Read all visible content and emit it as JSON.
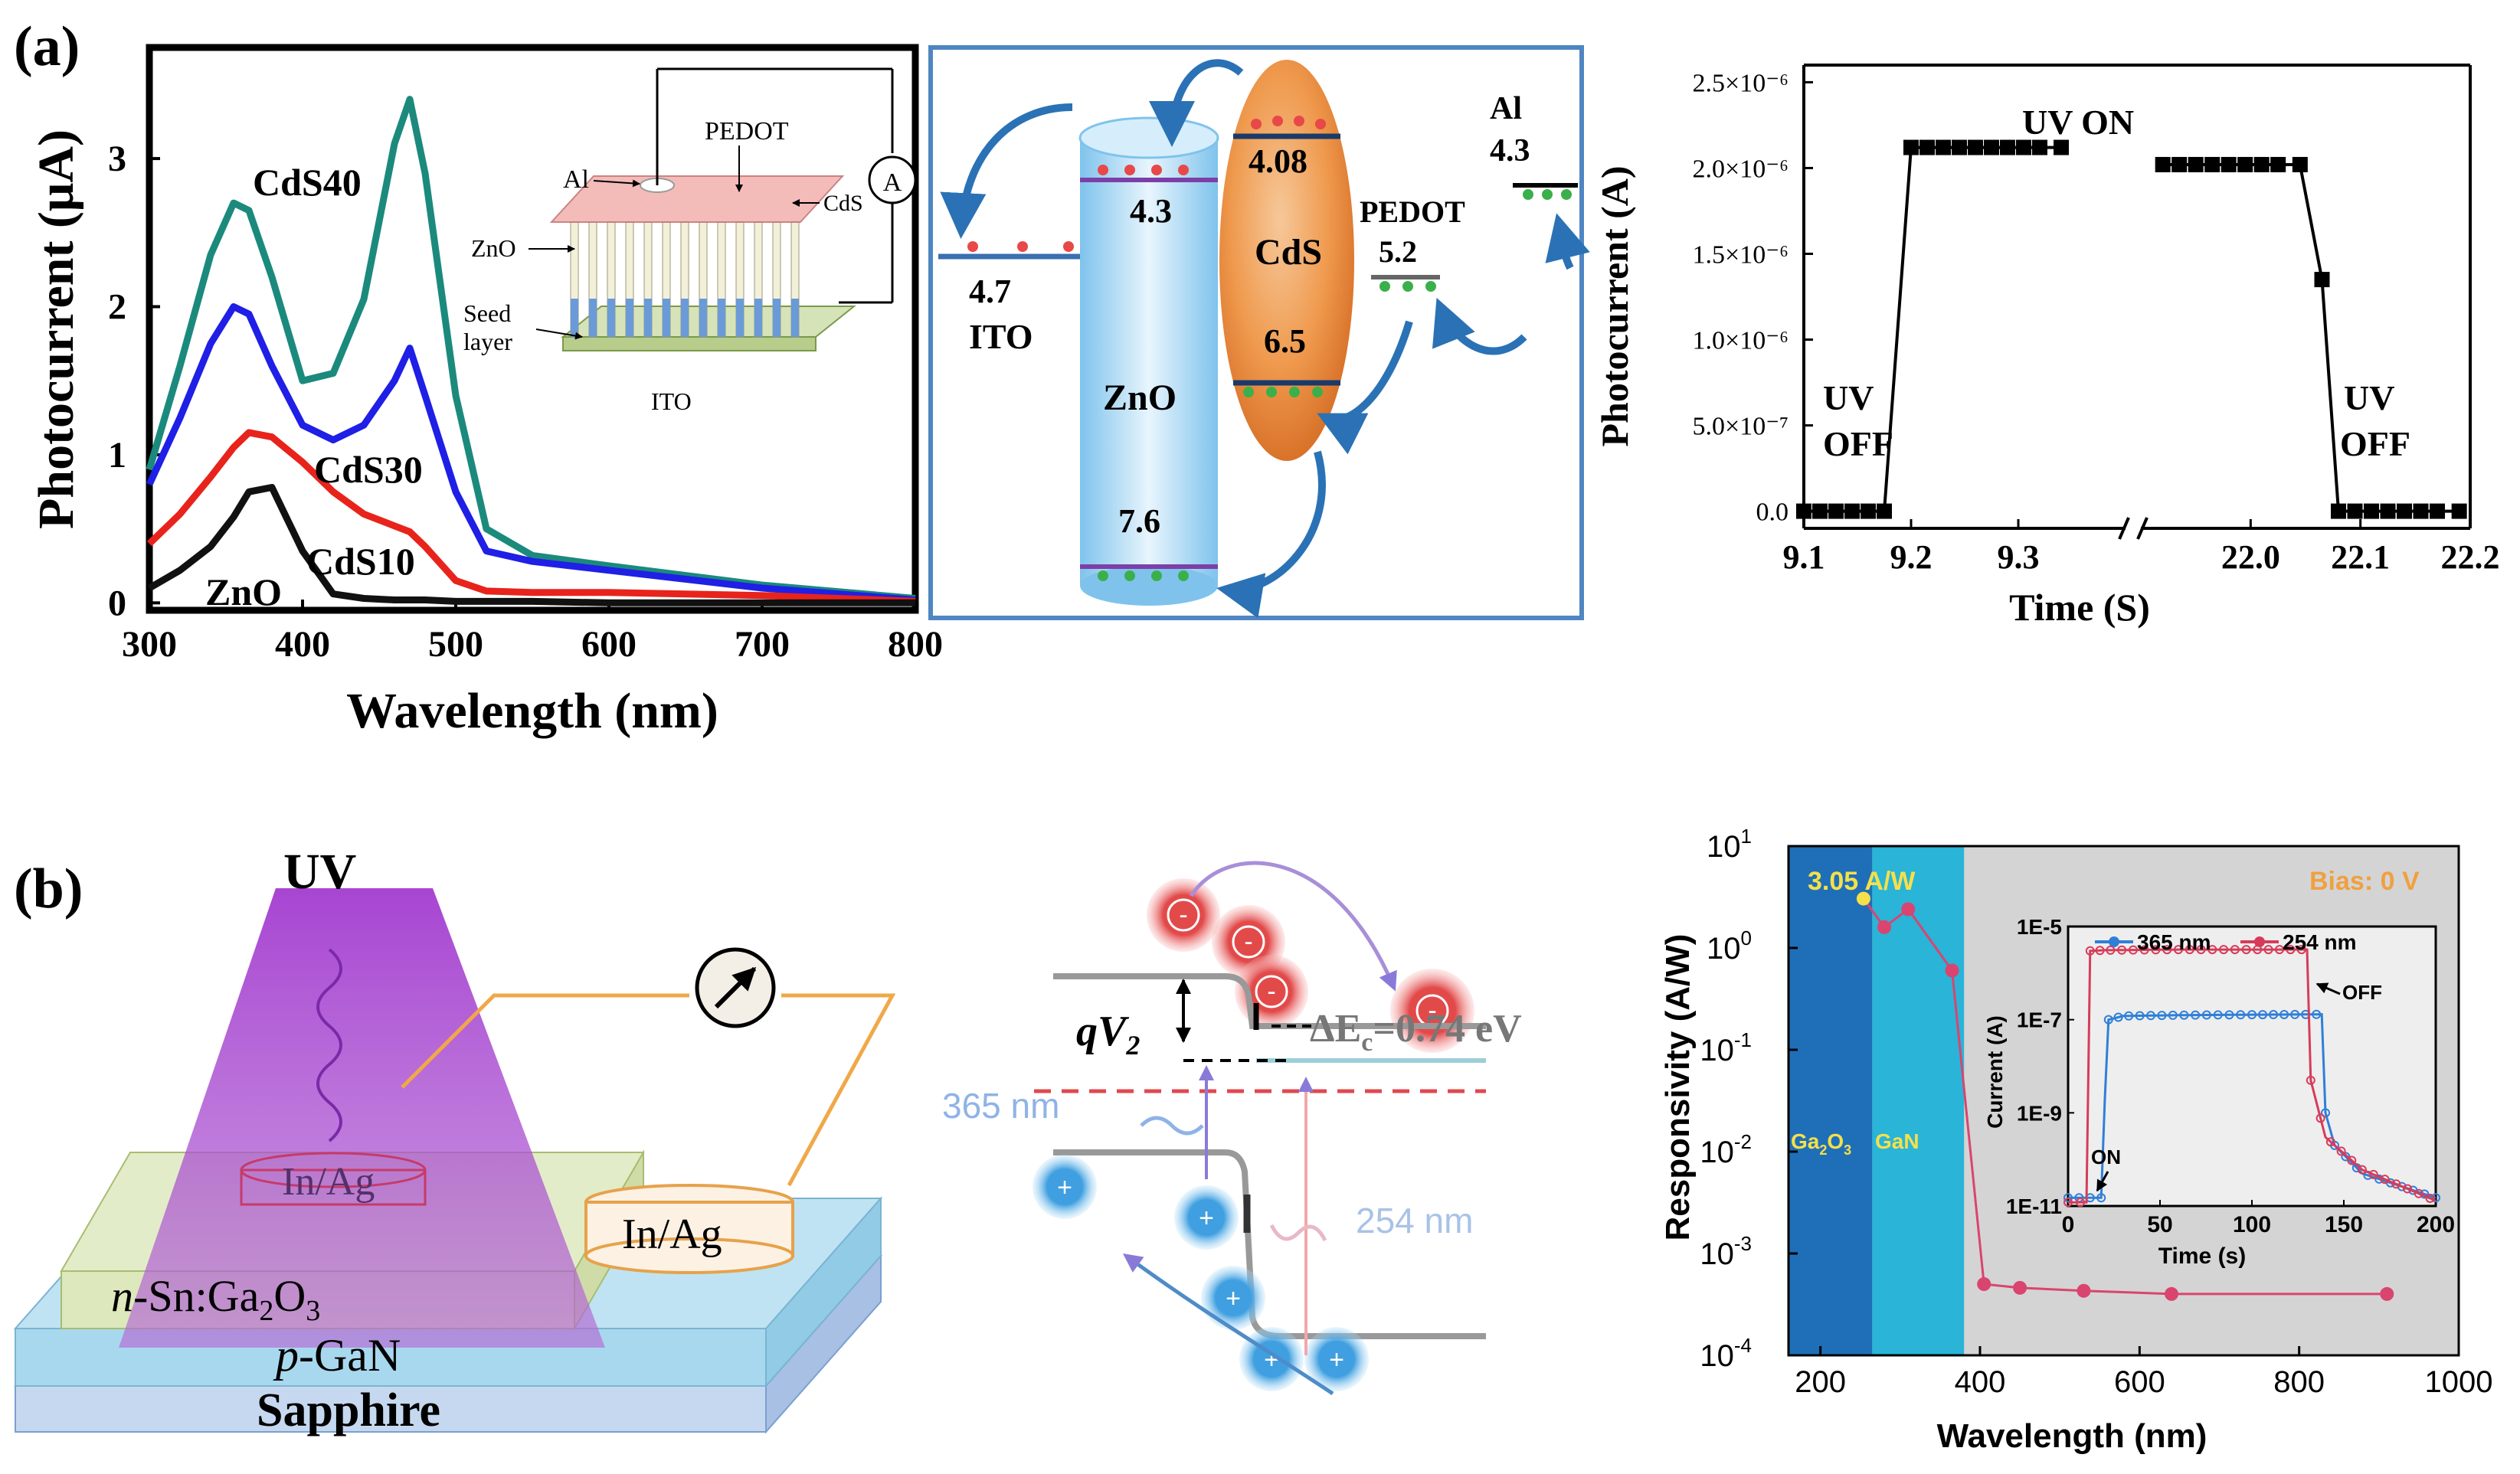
{
  "panel_labels": {
    "a": "(a)",
    "b": "(b)"
  },
  "colors": {
    "zno": "#111111",
    "cds10": "#e8231c",
    "cds30": "#1f1fe6",
    "cds40": "#1b8a7d",
    "step": "#000000",
    "resp": "#d9456e",
    "blue365": "#2f7fd8",
    "red254": "#d63c5a",
    "ga2o3_band": "#1f6fb8",
    "gan_band": "#29b4d8",
    "plot_bg": "#d4d4d4",
    "arrow_blue": "#2a72b5",
    "electron": "#e84848",
    "hole": "#3fa9e0",
    "diagram_frame": "#4f86c2",
    "wire": "#f0a848",
    "uv": "#a23bd0",
    "bias_text": "#f0a040",
    "resp_label_text": "#f5e04a"
  },
  "chart_data": [
    {
      "type": "line",
      "id": "a-left-photocurrent-spectrum",
      "xlabel": "Wavelength (nm)",
      "ylabel": "Photocurrent (μA)",
      "xlim": [
        300,
        800
      ],
      "ylim": [
        -0.05,
        3.75
      ],
      "xticks": [
        300,
        400,
        500,
        600,
        700,
        800
      ],
      "yticks": [
        0,
        1,
        2,
        3
      ],
      "x": [
        300,
        320,
        340,
        355,
        365,
        380,
        400,
        420,
        440,
        460,
        470,
        480,
        500,
        520,
        550,
        600,
        700,
        800
      ],
      "series": [
        {
          "name": "CdS40",
          "color_key": "cds40",
          "values": [
            0.9,
            1.6,
            2.35,
            2.7,
            2.65,
            2.2,
            1.5,
            1.55,
            2.05,
            3.1,
            3.4,
            2.9,
            1.4,
            0.5,
            0.32,
            0.25,
            0.12,
            0.03
          ]
        },
        {
          "name": "CdS30",
          "color_key": "cds30",
          "values": [
            0.8,
            1.25,
            1.75,
            2.0,
            1.95,
            1.6,
            1.2,
            1.1,
            1.2,
            1.5,
            1.72,
            1.4,
            0.75,
            0.35,
            0.28,
            0.22,
            0.1,
            0.02
          ]
        },
        {
          "name": "CdS10",
          "color_key": "cds10",
          "values": [
            0.4,
            0.6,
            0.85,
            1.05,
            1.15,
            1.12,
            0.95,
            0.75,
            0.6,
            0.52,
            0.48,
            0.38,
            0.15,
            0.08,
            0.07,
            0.07,
            0.05,
            0.01
          ]
        },
        {
          "name": "ZnO",
          "color_key": "zno",
          "values": [
            0.1,
            0.22,
            0.38,
            0.58,
            0.75,
            0.78,
            0.35,
            0.06,
            0.03,
            0.02,
            0.02,
            0.02,
            0.01,
            0.01,
            0.01,
            0.0,
            0.0,
            0.0
          ]
        }
      ]
    },
    {
      "type": "line",
      "id": "a-right-uv-switching",
      "xlabel": "Time (S)",
      "ylabel": "Photocurrent (A)",
      "broken_axis": true,
      "segments": [
        {
          "xlim": [
            9.1,
            9.4
          ],
          "xticks": [
            "9.1",
            "9.2",
            "9.3"
          ]
        },
        {
          "xlim": [
            21.9,
            22.2
          ],
          "xticks": [
            "22.0",
            "22.1",
            "22.2"
          ]
        }
      ],
      "ylim": [
        -1e-07,
        2.6e-06
      ],
      "yticks": [
        "0.0",
        "5.0×10⁻⁷",
        "1.0×10⁻⁶",
        "1.5×10⁻⁶",
        "2.0×10⁻⁶",
        "2.5×10⁻⁶"
      ],
      "ytick_values": [
        0,
        5e-07,
        1e-06,
        1.5e-06,
        2e-06,
        2.5e-06
      ],
      "series": [
        {
          "name": "",
          "points_segment1": [
            [
              9.1,
              0
            ],
            [
              9.115,
              0
            ],
            [
              9.13,
              0
            ],
            [
              9.145,
              0
            ],
            [
              9.16,
              0
            ],
            [
              9.175,
              0
            ],
            [
              9.2,
              2.12e-06
            ],
            [
              9.215,
              2.12e-06
            ],
            [
              9.23,
              2.12e-06
            ],
            [
              9.245,
              2.12e-06
            ],
            [
              9.26,
              2.12e-06
            ],
            [
              9.275,
              2.12e-06
            ],
            [
              9.29,
              2.12e-06
            ],
            [
              9.305,
              2.12e-06
            ],
            [
              9.32,
              2.12e-06
            ],
            [
              9.34,
              2.12e-06
            ]
          ],
          "points_segment2": [
            [
              21.92,
              2.02e-06
            ],
            [
              21.935,
              2.02e-06
            ],
            [
              21.95,
              2.02e-06
            ],
            [
              21.965,
              2.02e-06
            ],
            [
              21.98,
              2.02e-06
            ],
            [
              21.995,
              2.02e-06
            ],
            [
              22.01,
              2.02e-06
            ],
            [
              22.025,
              2.02e-06
            ],
            [
              22.045,
              2.02e-06
            ],
            [
              22.065,
              1.35e-06
            ],
            [
              22.08,
              0
            ],
            [
              22.095,
              0
            ],
            [
              22.11,
              0
            ],
            [
              22.125,
              0
            ],
            [
              22.14,
              0
            ],
            [
              22.155,
              0
            ],
            [
              22.17,
              0
            ],
            [
              22.19,
              0
            ]
          ]
        }
      ],
      "annotations": [
        "UV ON",
        "UV",
        "OFF",
        "UV",
        "OFF"
      ]
    },
    {
      "type": "line",
      "id": "b-right-responsivity",
      "xlabel": "Wavelength (nm)",
      "ylabel": "Responsivity (A/W)",
      "yscale": "log",
      "xlim": [
        160,
        1000
      ],
      "ylim": [
        0.0001,
        10
      ],
      "xticks": [
        200,
        400,
        600,
        800,
        1000
      ],
      "yticks": [
        "10",
        "10",
        "10",
        "10",
        "10",
        "10"
      ],
      "ytick_exponents": [
        "1",
        "0",
        "-1",
        "-2",
        "-3",
        "-4"
      ],
      "band_regions": [
        {
          "label_main": "Ga",
          "label_sub": "2",
          "label_main2": "O",
          "label_sub2": "3",
          "from": 160,
          "to": 265
        },
        {
          "label": "GaN",
          "from": 265,
          "to": 380
        }
      ],
      "series": [
        {
          "name": "",
          "color_key": "resp",
          "x": [
            254,
            280,
            310,
            365,
            405,
            450,
            530,
            640,
            910
          ],
          "values": [
            3.05,
            1.6,
            2.4,
            0.6,
            0.0005,
            0.00046,
            0.00043,
            0.0004,
            0.0004
          ]
        }
      ],
      "highlight_label": "3.05 A/W",
      "bias_label": "Bias:  0 V"
    },
    {
      "type": "line",
      "id": "b-right-inset-current-time",
      "xlabel": "Time (s)",
      "ylabel": "Current (A)",
      "yscale": "log",
      "xlim": [
        0,
        200
      ],
      "ylim": [
        1e-11,
        1e-05
      ],
      "xticks": [
        0,
        50,
        100,
        150,
        200
      ],
      "yticks": [
        "1E-5",
        "1E-7",
        "1E-9",
        "1E-11"
      ],
      "series": [
        {
          "name": "365 nm",
          "color_key": "blue365",
          "t": [
            0,
            18,
            20,
            22,
            30,
            60,
            100,
            138,
            140,
            145,
            160,
            200
          ],
          "values": [
            1.5e-11,
            1.5e-11,
            2e-09,
            1e-07,
            1.2e-07,
            1.25e-07,
            1.28e-07,
            1.3e-07,
            1e-09,
            2e-10,
            5e-11,
            1.5e-11
          ]
        },
        {
          "name": "254 nm",
          "color_key": "red254",
          "t": [
            0,
            10,
            12,
            20,
            60,
            100,
            130,
            132,
            140,
            160,
            200
          ],
          "values": [
            1.2e-11,
            1.2e-11,
            3e-06,
            3.1e-06,
            3.2e-06,
            3.2e-06,
            3.2e-06,
            5e-09,
            3e-10,
            6e-11,
            1.3e-11
          ]
        }
      ],
      "annotations": [
        "ON",
        "OFF"
      ]
    }
  ],
  "diagrams": {
    "a_device_inset": {
      "pedot": "PEDOT",
      "al": "Al",
      "cds": "CdS",
      "zno": "ZnO",
      "seed": "Seed",
      "layer": "layer",
      "ito": "ITO",
      "meter": "A"
    },
    "a_band": {
      "ito_level": "4.7",
      "ito": "ITO",
      "zno_cb": "4.3",
      "zno": "ZnO",
      "zno_vb": "7.6",
      "cds_cb": "4.08",
      "cds": "CdS",
      "cds_vb": "6.5",
      "pedot": "PEDOT",
      "pedot_level": "5.2",
      "al": "Al",
      "al_level": "4.3"
    },
    "b_device": {
      "uv": "UV",
      "electrode1": "In/Ag",
      "electrode2": "In/Ag",
      "layer1_n": "n",
      "layer1_rest": "-Sn:Ga",
      "layer1_sub": "2",
      "layer1_o": "O",
      "layer1_sub2": "3",
      "layer2_p": "p",
      "layer2_rest": "-GaN",
      "layer3": "Sapphire"
    },
    "b_band": {
      "qv_q": "qV",
      "qv_sub": "2",
      "delta_e": "ΔE",
      "delta_sub": "c",
      "delta_val": "=0.74 eV",
      "wl365": "365 nm",
      "wl254": "254 nm",
      "electron": "-",
      "hole": "+"
    }
  }
}
